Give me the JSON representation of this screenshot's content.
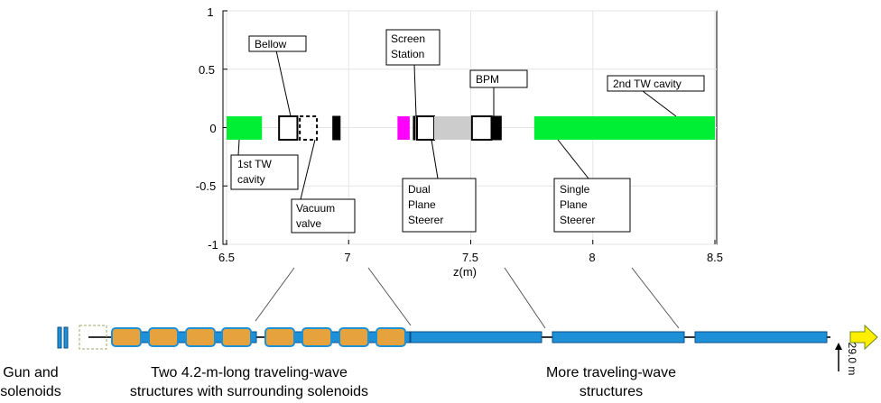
{
  "plot": {
    "xlabel": "z(m)",
    "x_ticks": [
      "6.5",
      "7",
      "7.5",
      "8",
      "8.5"
    ],
    "y_ticks": [
      "1",
      "0.5",
      "0",
      "-0.5",
      "-1"
    ],
    "xlim": [
      6.5,
      8.5
    ],
    "ylim": [
      -1,
      1
    ]
  },
  "components": [
    {
      "name": "1st TW cavity",
      "z_start": 6.5,
      "z_end": 6.645,
      "color": "#00ee33",
      "style": "filled"
    },
    {
      "name": "Bellow",
      "z_start": 6.715,
      "z_end": 6.79,
      "color": "#ffffff",
      "style": "outline"
    },
    {
      "name": "Vacuum valve",
      "z_start": 6.8,
      "z_end": 6.87,
      "color": "#ffffff",
      "style": "dashed"
    },
    {
      "name": "black element",
      "z_start": 6.935,
      "z_end": 6.965,
      "color": "#000000",
      "style": "filled"
    },
    {
      "name": "Screen Station",
      "z_start": 7.2,
      "z_end": 7.25,
      "color": "#ff00ff",
      "style": "filled"
    },
    {
      "name": "Dual Plane Steerer",
      "z_start": 7.265,
      "z_end": 7.268,
      "color": "#000000",
      "style": "filled"
    },
    {
      "name": "Bellow",
      "z_start": 7.28,
      "z_end": 7.35,
      "color": "#ffffff",
      "style": "outline"
    },
    {
      "name": "BPM",
      "z_start": 7.35,
      "z_end": 7.505,
      "color": "#cccccc",
      "style": "filled"
    },
    {
      "name": "Bellow",
      "z_start": 7.505,
      "z_end": 7.585,
      "color": "#ffffff",
      "style": "outline"
    },
    {
      "name": "Single Plane Steerer",
      "z_start": 7.59,
      "z_end": 7.625,
      "color": "#000000",
      "style": "filled"
    },
    {
      "name": "2nd TW cavity",
      "z_start": 7.76,
      "z_end": 8.5,
      "color": "#00ee33",
      "style": "filled"
    }
  ],
  "callouts": {
    "bellow": "Bellow",
    "screen": [
      "Screen",
      "Station"
    ],
    "bpm": "BPM",
    "cavity2": "2nd TW cavity",
    "cavity1": [
      "1st TW",
      "cavity"
    ],
    "valve": [
      "Vacuum",
      "valve"
    ],
    "dual": [
      "Dual",
      "Plane",
      "Steerer"
    ],
    "single": [
      "Single",
      "Plane",
      "Steerer"
    ]
  },
  "beamline": {
    "gun_label": [
      "Gun and",
      "solenoids"
    ],
    "tw_label": [
      "Two 4.2-m-long traveling-wave",
      "structures with surrounding solenoids"
    ],
    "more_label": [
      "More traveling-wave",
      "structures"
    ],
    "marker": "29.0 m",
    "accent_color": "#1e90d8",
    "solenoid_color": "#e6a23c",
    "arrow_color": "#ffee00"
  }
}
